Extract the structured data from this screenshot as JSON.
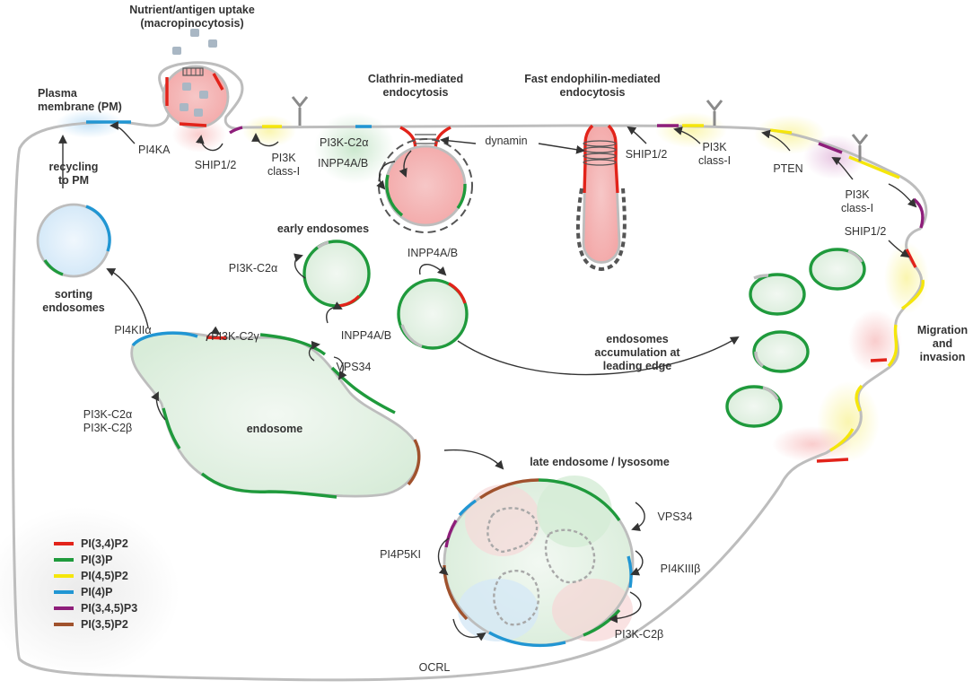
{
  "colors": {
    "pi34p2": "#e2231a",
    "pi3p": "#1f9a3c",
    "pi45p2": "#f5e60b",
    "pi4p": "#2196d3",
    "pi345p3": "#8e1e7a",
    "pi35p2": "#a0522d",
    "membrane": "#bdbdbd",
    "arrow": "#333333"
  },
  "section_labels": {
    "macropinocytosis_l1": "Nutrient/antigen uptake",
    "macropinocytosis_l2": "(macropinocytosis)",
    "plasma_membrane_l1": "Plasma",
    "plasma_membrane_l2": "membrane (PM)",
    "clathrin_l1": "Clathrin-mediated",
    "clathrin_l2": "endocytosis",
    "fast_endophilin_l1": "Fast endophilin-mediated",
    "fast_endophilin_l2": "endocytosis",
    "recycling_l1": "recycling",
    "recycling_l2": "to PM",
    "sorting_l1": "sorting",
    "sorting_l2": "endosomes",
    "early_endosomes": "early endosomes",
    "endosome": "endosome",
    "late_endosome": "late endosome / lysosome",
    "accumulation_l1": "endosomes",
    "accumulation_l2": "accumulation at",
    "accumulation_l3": "leading edge",
    "migration_l1": "Migration",
    "migration_l2": "and",
    "migration_l3": "invasion"
  },
  "enzyme_labels": {
    "pi4ka": "PI4KA",
    "ship12_a": "SHIP1/2",
    "pi3k_a_l1": "PI3K",
    "pi3k_a_l2": "class-I",
    "pi3kc2a_a": "PI3K-C2α",
    "inpp4ab_a": "INPP4A/B",
    "dynamin": "dynamin",
    "ship12_b": "SHIP1/2",
    "pi3k_b_l1": "PI3K",
    "pi3k_b_l2": "class-I",
    "pten": "PTEN",
    "pi3k_c_l1": "PI3K",
    "pi3k_c_l2": "class-I",
    "ship12_c": "SHIP1/2",
    "pi3kc2a_b": "PI3K-C2α",
    "inpp4ab_b": "INPP4A/B",
    "inpp4ab_c": "INPP4A/B",
    "pi4kiia": "PI4KIIα",
    "pi3kc2g": "PI3K-C2γ",
    "vps34_a": "VPS34",
    "pi3kc2a_c": "PI3K-C2α",
    "pi3kc2b_a": "PI3K-C2β",
    "vps34_b": "VPS34",
    "pi4kiiib": "PI4KIIIβ",
    "pi3kc2b_b": "PI3K-C2β",
    "pi4p5ki": "PI4P5KI",
    "ocrl": "OCRL"
  },
  "legend": [
    {
      "label": "PI(3,4)P2",
      "color": "#e2231a"
    },
    {
      "label": "PI(3)P",
      "color": "#1f9a3c"
    },
    {
      "label": "PI(4,5)P2",
      "color": "#f5e60b"
    },
    {
      "label": "PI(4)P",
      "color": "#2196d3"
    },
    {
      "label": "PI(3,4,5)P3",
      "color": "#8e1e7a"
    },
    {
      "label": "PI(3,5)P2",
      "color": "#a0522d"
    }
  ]
}
